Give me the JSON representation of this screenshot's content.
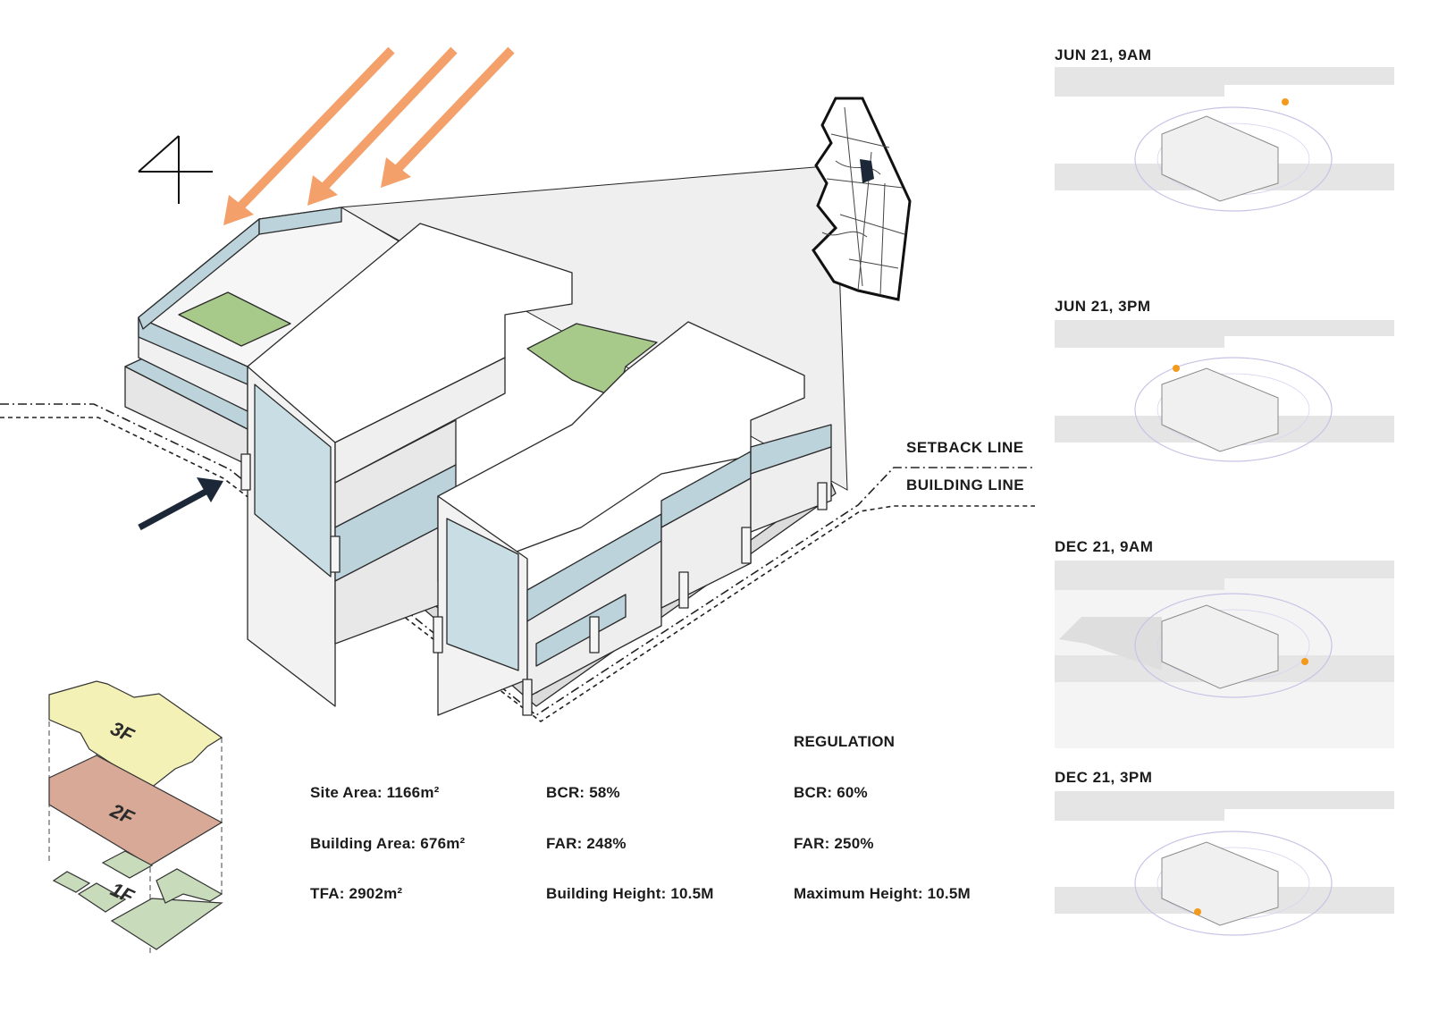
{
  "labels": {
    "setback_line": "SETBACK LINE",
    "building_line": "BUILDING LINE"
  },
  "floors": [
    "3F",
    "2F",
    "1F"
  ],
  "stats": {
    "site_area": "Site Area: 1166m²",
    "building_area": "Building Area: 676m²",
    "tfa": "TFA: 2902m²",
    "bcr": "BCR: 58%",
    "far": "FAR: 248%",
    "building_height": "Building Height: 10.5M"
  },
  "regulation": {
    "title": "REGULATION",
    "bcr": "BCR: 60%",
    "far": "FAR: 250%",
    "max_height": "Maximum Height: 10.5M"
  },
  "sun_studies": [
    {
      "title": "JUN 21, 9AM"
    },
    {
      "title": "JUN 21, 3PM"
    },
    {
      "title": "DEC 21, 9AM"
    },
    {
      "title": "DEC 21, 3PM"
    }
  ],
  "colors": {
    "sun_arrow": "#f4a06a",
    "wind_arrow": "#1c2838",
    "glass": "#c9dde4",
    "green_roof": "#a7c98a",
    "floor_3f": "#f3f1b6",
    "floor_2f": "#d7a996",
    "floor_1f": "#c8dbbb",
    "sun_dot": "#f39a1c"
  }
}
